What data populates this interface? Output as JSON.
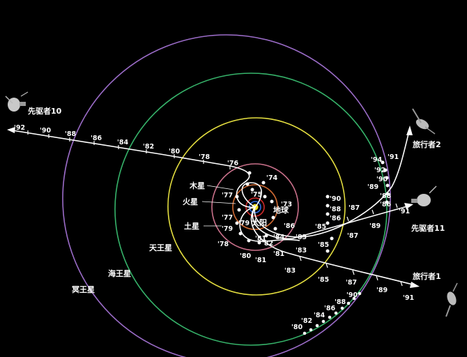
{
  "labels": {
    "pioneer10": "先驱者10",
    "pioneer11": "先驱者11",
    "voyager1": "旅行者1",
    "voyager2": "旅行者2",
    "pluto": "冥王星",
    "neptune": "海王星",
    "uranus": "天王星",
    "saturn": "土星",
    "jupiter": "木星",
    "mars": "火星",
    "earth": "地球",
    "sun": "太阳"
  },
  "colors": {
    "background": "#000000",
    "pluto_orbit": "#9b6cc8",
    "neptune_orbit": "#36b36a",
    "uranus_orbit": "#e6e040",
    "saturn_orbit": "#c9708a",
    "jupiter_orbit": "#d06a32",
    "mars_orbit": "#d02a2a",
    "earth_orbit": "#2a6ee6",
    "sun": "#f0e020",
    "trajectory": "#ffffff"
  },
  "year_marks": {
    "pioneer10": [
      "'92",
      "'90",
      "'88",
      "'86",
      "'84",
      "'82",
      "'80",
      "'78",
      "'76",
      "'74",
      "'73"
    ],
    "voyager2": [
      "'94",
      "'92",
      "'90",
      "'89",
      "'88",
      "'86",
      "'91"
    ],
    "pioneer11": [
      "'87",
      "'89",
      "'91"
    ],
    "voyager1": [
      "'83",
      "'85",
      "'87",
      "'89",
      "'91"
    ],
    "inner": [
      "'75",
      "'77",
      "'77",
      "'79",
      "'79",
      "'78",
      "'80",
      "'81",
      "'81",
      "'82",
      "'84",
      "'86",
      "'83",
      "'83",
      "'85",
      "'85",
      "'86",
      "'87",
      "'88",
      "'90",
      "'81"
    ],
    "pluto_dots": [
      "'80",
      "'82",
      "'84",
      "'86",
      "'88",
      "'90"
    ]
  }
}
